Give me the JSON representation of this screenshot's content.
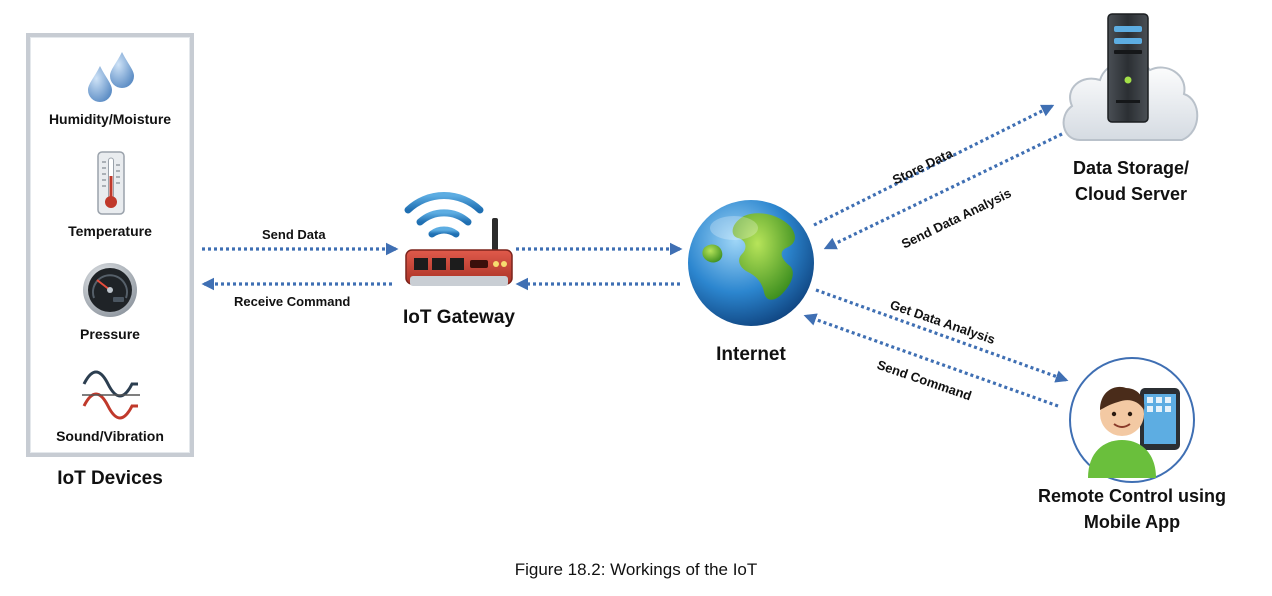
{
  "devices": {
    "title": "IoT Devices",
    "items": [
      {
        "label": "Humidity/Moisture",
        "icon": "water-drops-icon"
      },
      {
        "label": "Temperature",
        "icon": "thermometer-icon"
      },
      {
        "label": "Pressure",
        "icon": "pressure-gauge-icon"
      },
      {
        "label": "Sound/Vibration",
        "icon": "sound-wave-icon"
      }
    ]
  },
  "gateway": {
    "label": "IoT Gateway",
    "icon": "wifi-router-icon"
  },
  "internet": {
    "label": "Internet",
    "icon": "globe-icon"
  },
  "cloud": {
    "label_line1": "Data Storage/",
    "label_line2": "Cloud Server",
    "icon": "cloud-server-icon"
  },
  "mobile": {
    "label_line1": "Remote Control using",
    "label_line2": "Mobile App",
    "icon": "mobile-user-icon"
  },
  "arrows": {
    "send_data": "Send Data",
    "receive_command": "Receive Command",
    "store_data": "Store Data",
    "send_data_analysis": "Send Data Analysis",
    "get_data_analysis": "Get Data Analysis",
    "send_command": "Send Command"
  },
  "caption": "Figure 18.2: Workings of the IoT",
  "colors": {
    "arrow": "#3f6fb3",
    "device_border": "#c7ccd3"
  }
}
